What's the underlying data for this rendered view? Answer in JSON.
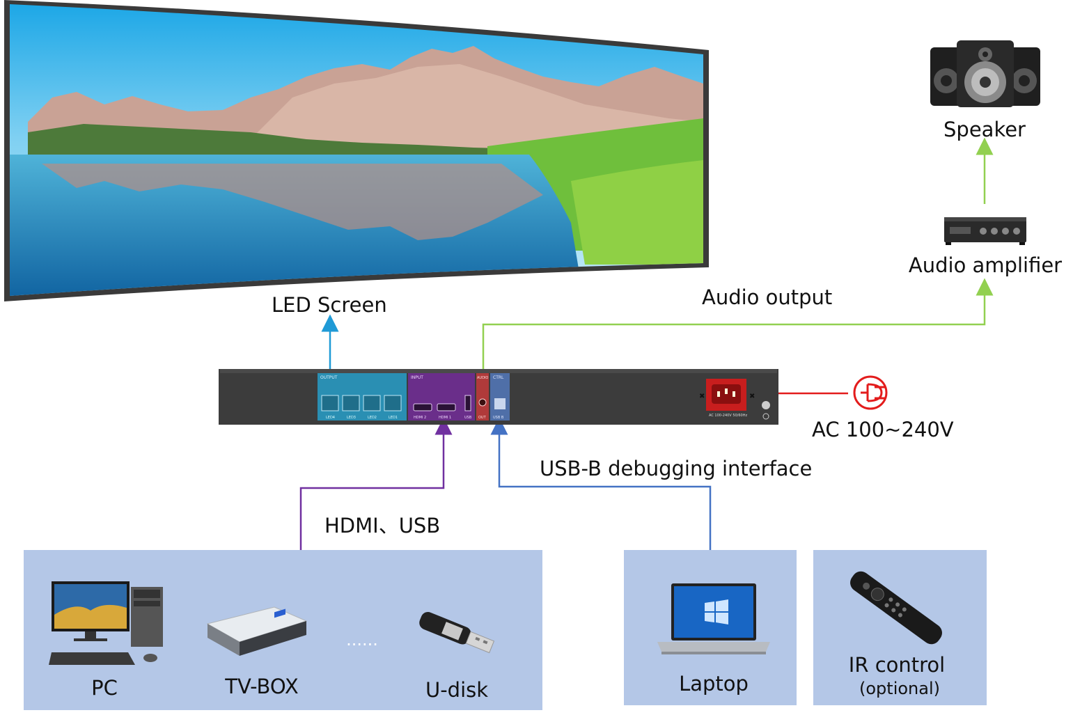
{
  "labels": {
    "led_screen": "LED Screen",
    "audio_output": "Audio output",
    "speaker": "Speaker",
    "audio_amplifier": "Audio amplifier",
    "ac_power": "AC 100~240V",
    "usb_b": "USB-B debugging interface",
    "hdmi_usb": "HDMI、USB",
    "pc": "PC",
    "tv_box": "TV-BOX",
    "ellipsis": "......",
    "u_disk": "U-disk",
    "laptop": "Laptop",
    "ir_control": "IR control",
    "ir_optional": "(optional)"
  },
  "device": {
    "output_group": "OUTPUT",
    "input_group": "INPUT",
    "audio_group": "AUDIO",
    "ctrl_group": "CTRL",
    "led_ports": [
      "LED4",
      "LED3",
      "LED2",
      "LED1"
    ],
    "hdmi_ports": [
      "HDMI 2",
      "HDMI 1"
    ],
    "usb_port": "USB",
    "audio_port": "OUT",
    "usbb_port": "USB B",
    "power_rating": "AC 100-240V 50/60Hz"
  },
  "colors": {
    "led_line": "#1f9ad6",
    "audio_line": "#92d050",
    "hdmi_line": "#7030a0",
    "usb_line": "#4472c4",
    "power_line": "#e31c1c",
    "panel_bg": "#b4c7e7"
  }
}
